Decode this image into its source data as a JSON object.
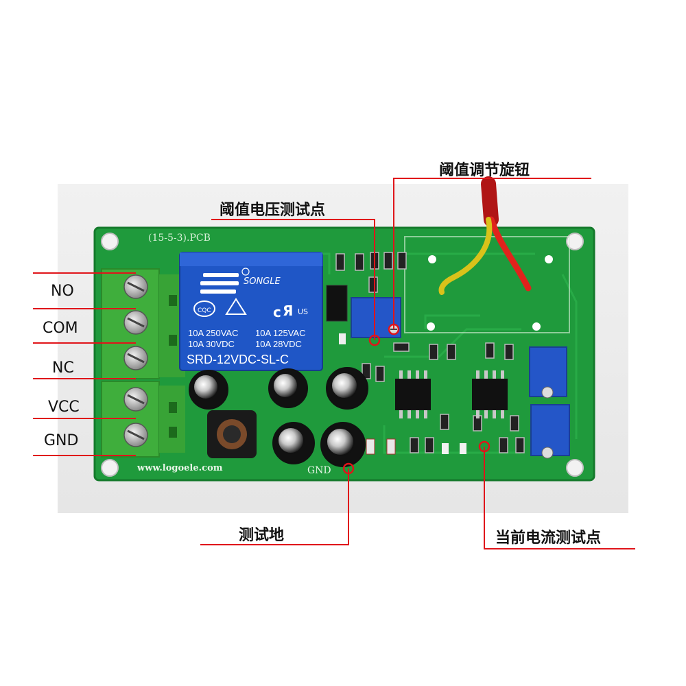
{
  "terminals": {
    "no": "NO",
    "com": "COM",
    "nc": "NC",
    "vcc": "VCC",
    "gnd": "GND"
  },
  "callouts": {
    "threshold_knob": "阈值调节旋钮",
    "threshold_voltage_test_point": "阈值电压测试点",
    "test_ground": "测试地",
    "current_test_point": "当前电流测试点"
  },
  "board": {
    "pcb_label": "(15-5-3).PCB",
    "website": "www.logoele.com",
    "gnd_silk": "GND"
  },
  "relay": {
    "brand": "SONGLE",
    "cert_cqc": "CQC",
    "cert_us": "US",
    "rating_left_1": "10A 250VAC",
    "rating_left_2": "10A 30VDC",
    "rating_right_1": "10A 125VAC",
    "rating_right_2": "10A 28VDC",
    "model": "SRD-12VDC-SL-C"
  },
  "colors": {
    "pcb_green": "#1f9a3c",
    "terminal_green": "#3fae3c",
    "relay_blue": "#1f56c6",
    "leader_red": "#e0141a",
    "pot_blue": "#2456c8"
  }
}
